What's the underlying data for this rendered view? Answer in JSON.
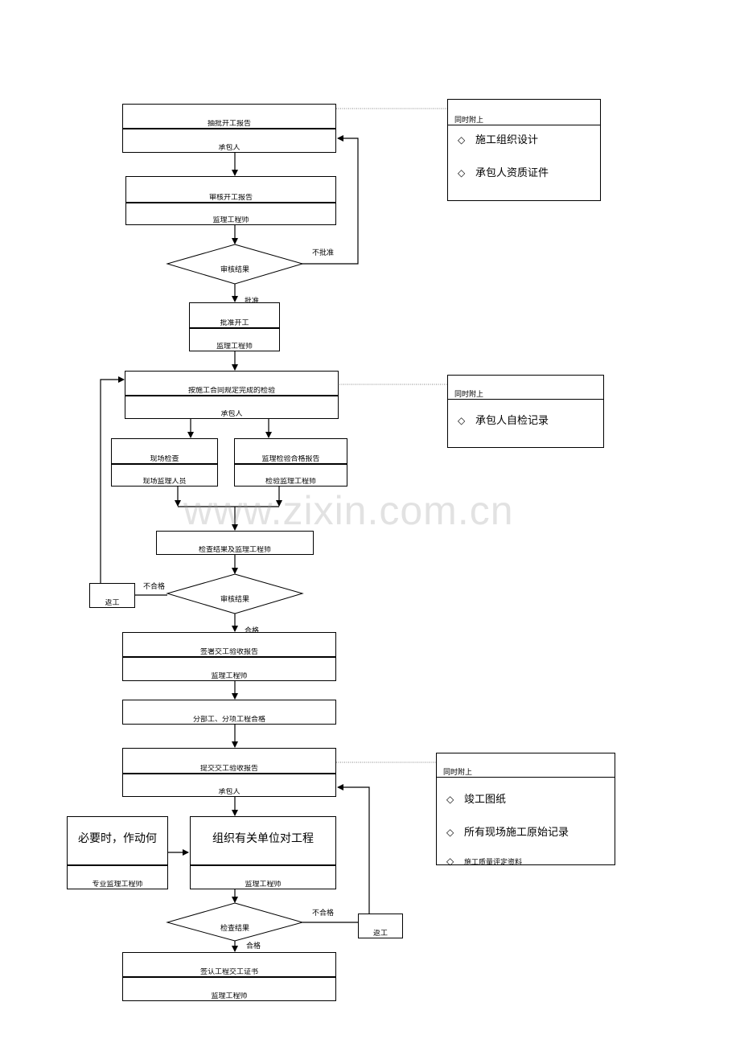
{
  "nodes": {
    "n1": {
      "top": "抽批开工报告",
      "bottom": "承包人"
    },
    "n2": {
      "top": "审核开工报告",
      "bottom": "监理工程师"
    },
    "d1": {
      "text": "审核结果",
      "no_label": "不批准",
      "yes_label": "批准"
    },
    "n3": {
      "top": "批准开工",
      "bottom": "监理工程师"
    },
    "n4": {
      "top": "按施工合同规定完成的检验",
      "bottom": "承包人"
    },
    "n5": {
      "top": "现场检查",
      "bottom": "现场监理人员"
    },
    "n6": {
      "top": "监理检验合格报告",
      "bottom": "检验监理工程师"
    },
    "n7": {
      "text": "检查结果及监理工程师"
    },
    "d2": {
      "text": "审核结果",
      "no_label": "不合格",
      "yes_label": "合格"
    },
    "n8": {
      "top": "签署交工验收报告",
      "bottom": "监理工程师"
    },
    "n9": {
      "text": "分部工、分项工程合格"
    },
    "n10": {
      "top": "提交交工验收报告",
      "bottom": "承包人"
    },
    "n11": {
      "main": "必要时，作动何",
      "bottom": "专业监理工程师"
    },
    "n12": {
      "main": "组织有关单位对工程",
      "bottom": "监理工程师"
    },
    "d3": {
      "text": "检查结果",
      "no_label": "不合格",
      "yes_label": "合格"
    },
    "n13": {
      "top": "签认工程交工证书",
      "bottom": "监理工程师"
    },
    "rework_1": "返工",
    "rework_2": "返工"
  },
  "side_boxes": [
    {
      "title": "同时附上",
      "items": [
        "施工组织设计",
        "承包人资质证件"
      ]
    },
    {
      "title": "同时附上",
      "items": [
        "承包人自检记录"
      ]
    },
    {
      "title": "同时附上",
      "items": [
        "竣工图纸",
        "所有现场施工原始记录",
        "施工质量评定资料"
      ]
    }
  ],
  "watermark": "www.zixin.com.cn"
}
